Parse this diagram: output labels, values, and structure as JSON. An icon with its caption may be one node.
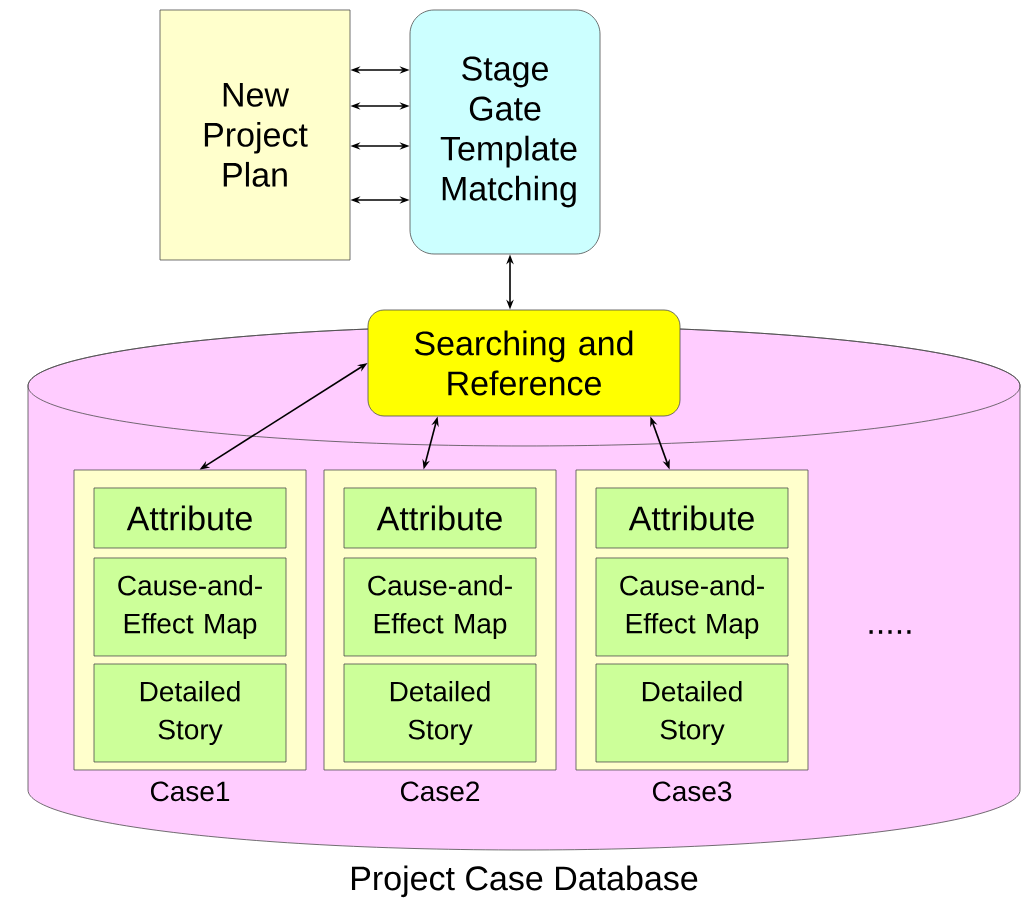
{
  "diagram": {
    "nodes": [
      {
        "text": [
          "New Project Plan"
        ]
      },
      {
        "text": [
          "Stage Gate Template Matching"
        ]
      },
      {
        "text": [
          "Project Case Database"
        ]
      },
      {
        "text": [
          "Searching and Reference"
        ]
      },
      {
        "text": [
          "Case1"
        ],
        "in": 2
      },
      {
        "text": [
          "Attribute"
        ],
        "in": 4
      },
      {
        "text": [
          "Cause-and-Effect Map"
        ],
        "in": 4
      },
      {
        "text": [
          "Detailed Story"
        ],
        "in": 4
      },
      {
        "text": [
          "Case2"
        ],
        "in": 2
      },
      {
        "text": [
          "Attribute"
        ],
        "in": 8
      },
      {
        "text": [
          "Cause-and-Effect Map"
        ],
        "in": 8
      },
      {
        "text": [
          "Detailed Story"
        ],
        "in": 8
      },
      {
        "text": [
          "Case3"
        ],
        "in": 2
      },
      {
        "text": [
          "Attribute"
        ],
        "in": 12
      },
      {
        "text": [
          "Cause-and-Effect Map"
        ],
        "in": 12
      },
      {
        "text": [
          "Detailed Story"
        ],
        "in": 12
      }
    ],
    "edges": [
      {
        "from": 0,
        "to": 1,
        "arrow": "both"
      },
      {
        "from": 0,
        "to": 1,
        "arrow": "both"
      },
      {
        "from": 0,
        "to": 1,
        "arrow": "both"
      },
      {
        "from": 0,
        "to": 1,
        "arrow": "both"
      },
      {
        "from": 1,
        "to": 3,
        "arrow": "both"
      },
      {
        "from": 3,
        "to": 4,
        "arrow": "both"
      },
      {
        "from": 3,
        "to": 8,
        "arrow": "both"
      },
      {
        "from": 3,
        "to": 12,
        "arrow": "both"
      }
    ],
    "labels": [
      "....."
    ]
  }
}
